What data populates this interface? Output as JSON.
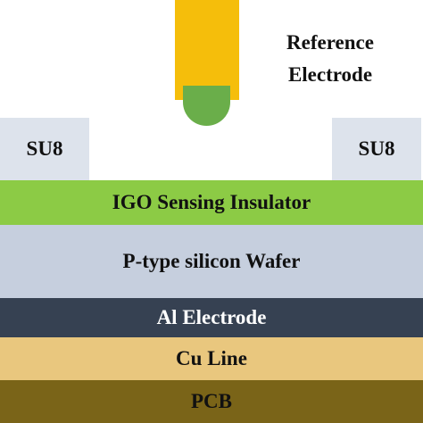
{
  "electrode": {
    "label_line1": "Reference",
    "label_line2": "Electrode",
    "body_color": "#F5BE0B",
    "tip_color": "#6AAE4A"
  },
  "su8": {
    "left_label": "SU8",
    "right_label": "SU8",
    "color": "#DDE3EC"
  },
  "layers": [
    {
      "label": "IGO Sensing Insulator",
      "color": "#8CCB45"
    },
    {
      "label": "P-type silicon Wafer",
      "color": "#C6CFDE"
    },
    {
      "label": "Al Electrode",
      "color": "#364152"
    },
    {
      "label": "Cu Line",
      "color": "#E9C77E"
    },
    {
      "label": "PCB",
      "color": "#7A6418"
    }
  ]
}
